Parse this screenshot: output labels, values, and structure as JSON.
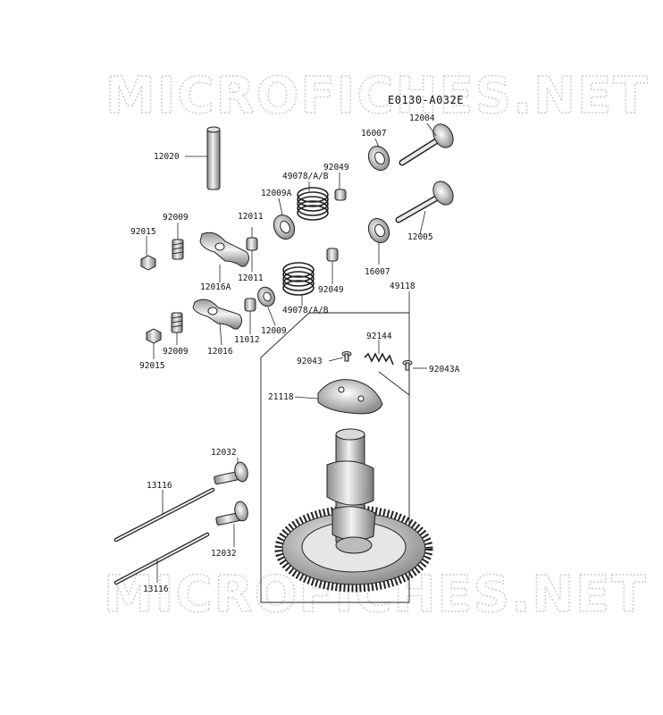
{
  "watermarks": [
    "MICROFICHES.NET",
    "MICROFICHES.NET"
  ],
  "diagram_code": "E0130-A032E",
  "parts": {
    "p12004": "12004",
    "p16007a": "16007",
    "p12020": "12020",
    "p92049a": "92049",
    "p49078a": "49078/A/B",
    "p12009a": "12009A",
    "p92009a": "92009",
    "p12011a": "12011",
    "p92015a": "92015",
    "p12016a": "12016A",
    "p12011b": "12011",
    "p12005": "12005",
    "p16007b": "16007",
    "p92049b": "92049",
    "p49118": "49118",
    "p12009": "12009",
    "p49078b": "49078/A/B",
    "p11012": "11012",
    "p92009b": "92009",
    "p12016": "12016",
    "p92015b": "92015",
    "p92144": "92144",
    "p92043": "92043",
    "p92043a": "92043A",
    "p21118": "21118",
    "p12032a": "12032",
    "p13116a": "13116",
    "p12032b": "12032",
    "p13116b": "13116"
  }
}
